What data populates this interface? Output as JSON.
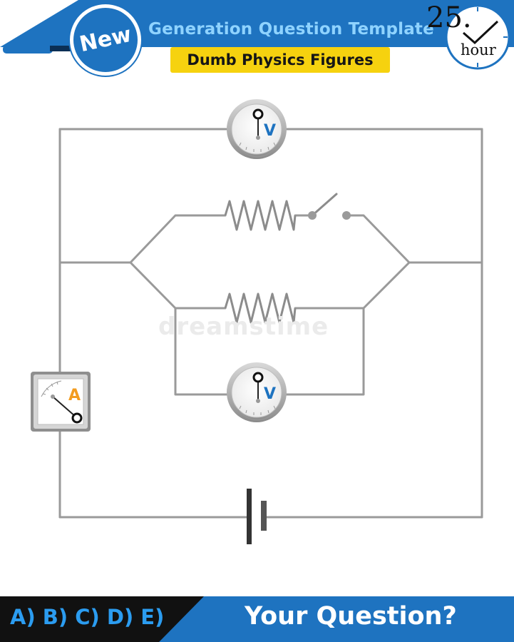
{
  "header": {
    "badge": "New",
    "title": "Generation Question Template",
    "subtitle": "Dumb Physics Figures",
    "clock_number": "25.",
    "clock_unit": "hour"
  },
  "diagram": {
    "voltmeter_top_label": "V",
    "voltmeter_bottom_label": "V",
    "ammeter_label": "A",
    "watermark": "dreamstime"
  },
  "footer": {
    "options": "A) B) C) D) E)",
    "question": "Your Question?"
  },
  "colors": {
    "brand_blue": "#1e73c0",
    "title_light_blue": "#8fd3ff",
    "highlight_yellow": "#f6d20f",
    "wire_gray": "#9a9a9a",
    "ammeter_orange": "#f39c1f",
    "voltmeter_blue": "#1e73c0"
  }
}
